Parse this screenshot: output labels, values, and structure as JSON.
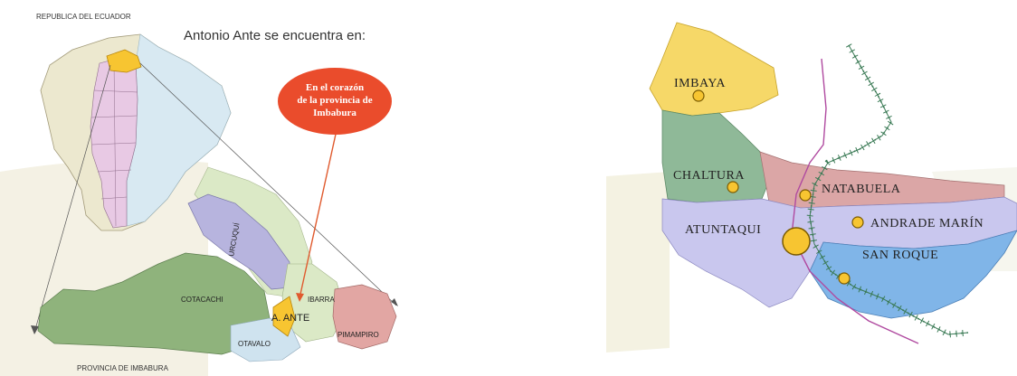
{
  "left_map": {
    "country_label": "REPUBLICA DEL ECUADOR",
    "headline": "Antonio Ante se encuentra en:",
    "callout_lines": [
      "En el corazón",
      "de la provincia de",
      "Imbabura"
    ],
    "province_label": "PROVINCIA DE IMBABURA",
    "cantons": {
      "urcuqui": "URCUQUÍ",
      "cotacachi": "COTACACHI",
      "ibarra": "IBARRA",
      "antonio_ante": "A. ANTE",
      "otavalo": "OTAVALO",
      "pimampiro": "PIMAMPIRO"
    }
  },
  "right_map": {
    "parishes": {
      "imbaya": "IMBAYA",
      "chaltura": "CHALTURA",
      "natabuela": "NATABUELA",
      "atuntaqui": "ATUNTAQUI",
      "andrade_marin": "ANDRADE MARÍN",
      "san_roque": "SAN ROQUE"
    }
  },
  "colors": {
    "callout": "#ea4c2c",
    "highlight": "#f7c531",
    "railway": "#3a7a55",
    "road": "#b04aa0"
  }
}
